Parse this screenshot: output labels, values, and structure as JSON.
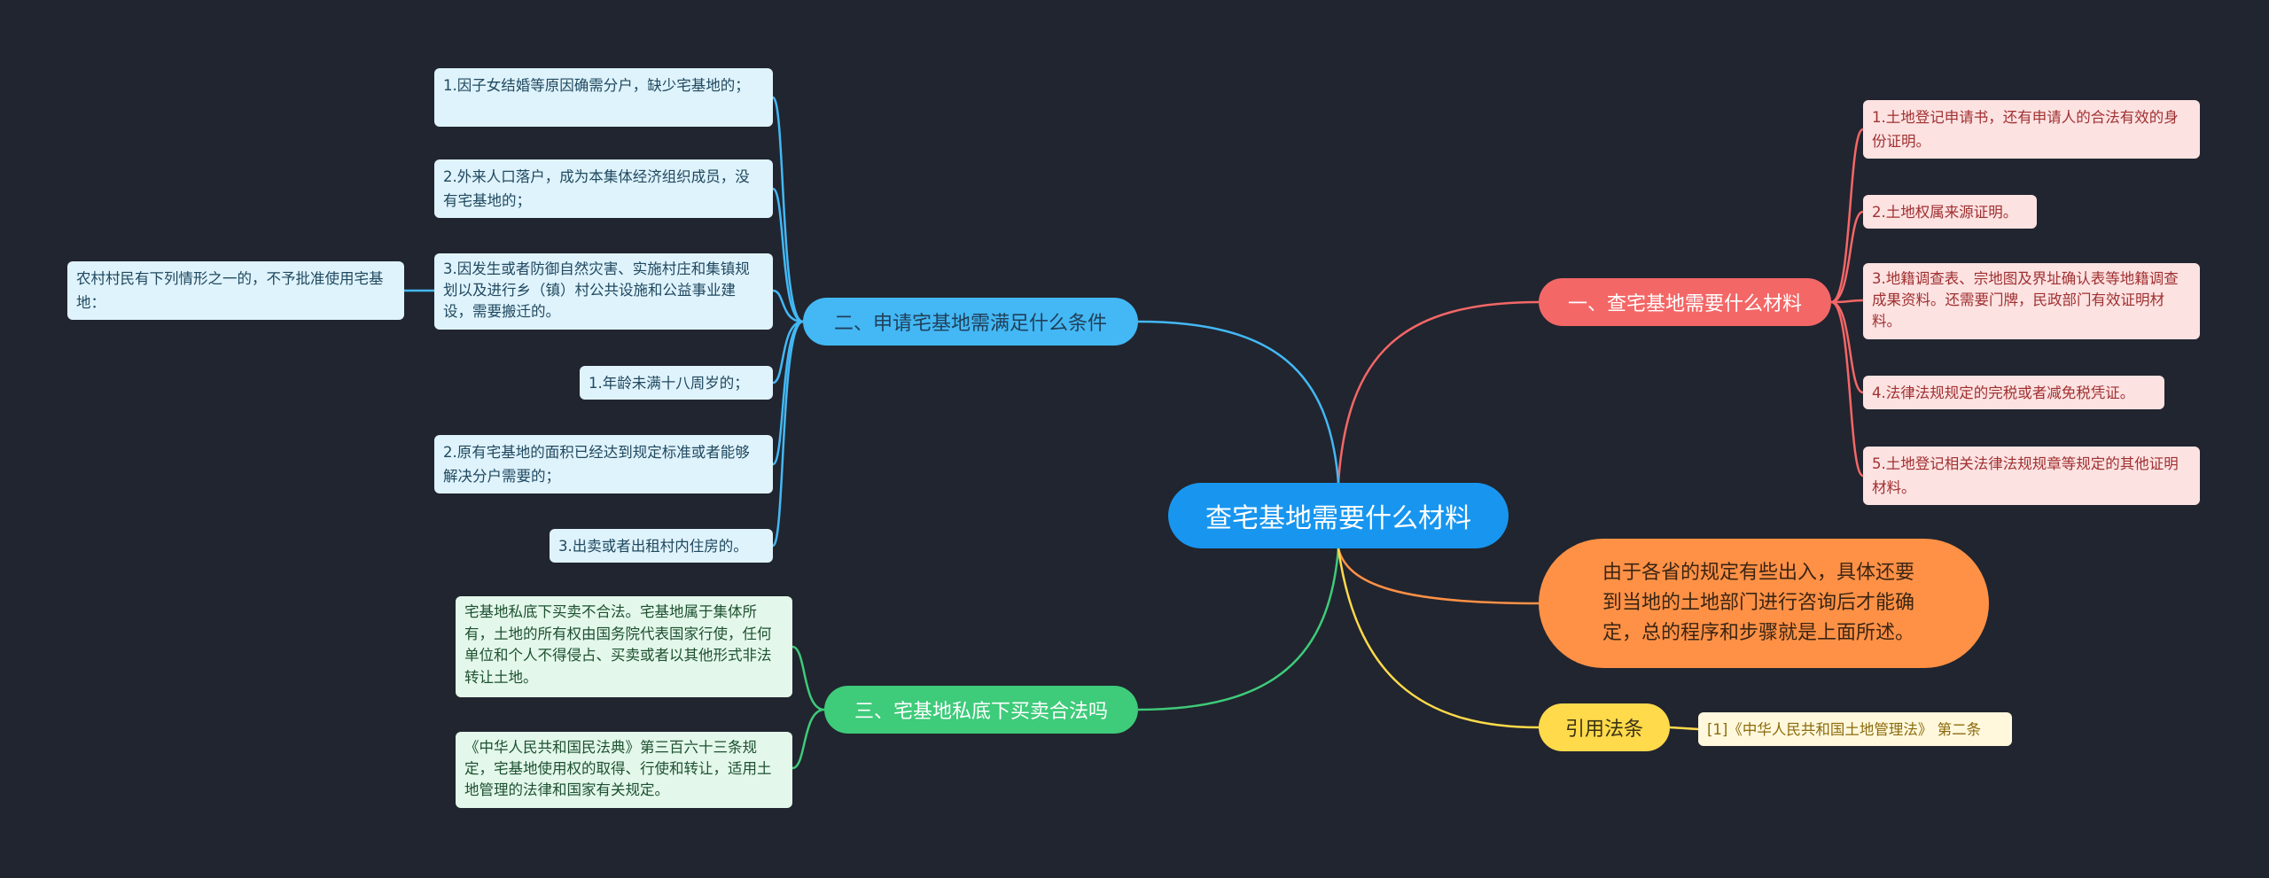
{
  "root": {
    "title": "查宅基地需要什么材料"
  },
  "branches": {
    "materials": {
      "label": "一、查宅基地需要什么材料",
      "items": [
        "1.土地登记申请书，还有申请人的合法有效的身份证明。",
        "2.土地权属来源证明。",
        "3.地籍调查表、宗地图及界址确认表等地籍调查成果资料。还需要门牌，民政部门有效证明材料。",
        "4.法律法规规定的完税或者减免税凭证。",
        "5.土地登记相关法律法规规章等规定的其他证明材料。"
      ]
    },
    "conditions": {
      "label": "二、申请宅基地需满足什么条件",
      "sub_label": "农村村民有下列情形之一的，不予批准使用宅基地：",
      "items": [
        "1.因子女结婚等原因确需分户，缺少宅基地的；",
        "2.外来人口落户，成为本集体经济组织成员，没有宅基地的；",
        "3.因发生或者防御自然灾害、实施村庄和集镇规划以及进行乡（镇）村公共设施和公益事业建设，需要搬迁的。",
        "1.年龄未满十八周岁的；",
        "2.原有宅基地的面积已经达到规定标准或者能够解决分户需要的；",
        "3.出卖或者出租村内住房的。"
      ]
    },
    "legality": {
      "label": "三、宅基地私底下买卖合法吗",
      "items": [
        "宅基地私底下买卖不合法。宅基地属于集体所有，土地的所有权由国务院代表国家行使，任何单位和个人不得侵占、买卖或者以其他形式非法转让土地。",
        "《中华人民共和国民法典》第三百六十三条规定，宅基地使用权的取得、行使和转让，适用土地管理的法律和国家有关规定。"
      ]
    },
    "note": {
      "label": "由于各省的规定有些出入，具体还要到当地的土地部门进行咨询后才能确定，总的程序和步骤就是上面所述。"
    },
    "law": {
      "label": "引用法条",
      "items": [
        "[1]《中华人民共和国土地管理法》 第二条"
      ]
    }
  },
  "colors": {
    "background": "#21252f",
    "root": "#1896ef",
    "red": "#f46767",
    "blue": "#43b8f5",
    "green": "#3ecb7a",
    "orange": "#ff9146",
    "yellow": "#ffda4b"
  }
}
